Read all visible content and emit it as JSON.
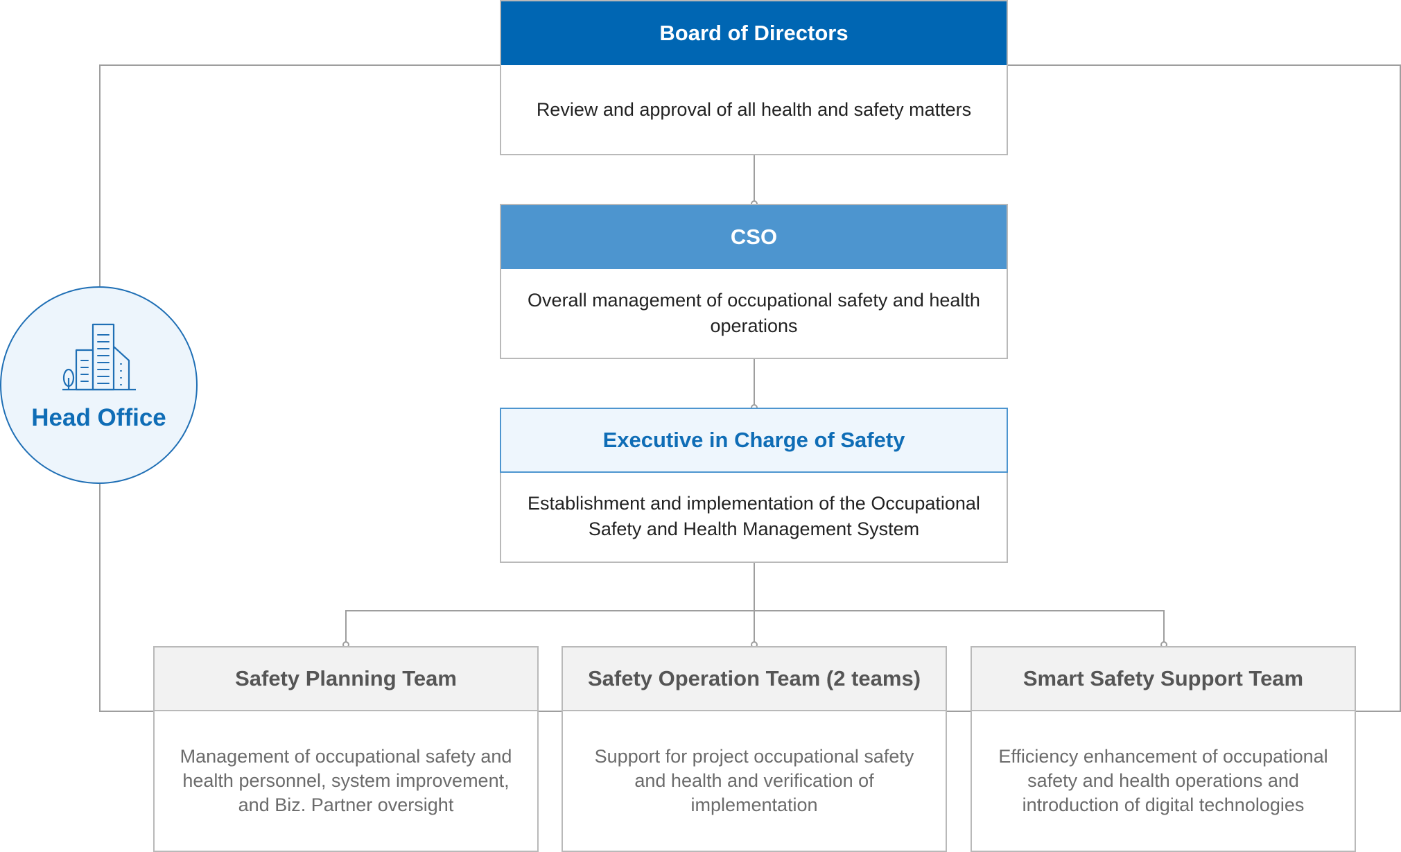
{
  "head_office": {
    "label": "Head Office",
    "icon": "building-icon"
  },
  "board": {
    "title": "Board of Directors",
    "description": "Review and approval of all health and safety matters"
  },
  "cso": {
    "title": "CSO",
    "description": "Overall management of occupational safety and health operations"
  },
  "executive": {
    "title": "Executive in Charge of Safety",
    "description": "Establishment and implementation of the Occupational Safety and Health Management System"
  },
  "teams": [
    {
      "title": "Safety Planning Team",
      "description": "Management of occupational safety and health personnel, system improvement, and Biz. Partner oversight"
    },
    {
      "title": "Safety Operation Team (2 teams)",
      "description": "Support for project occupational safety and health and verification of implementation"
    },
    {
      "title": "Smart Safety Support Team",
      "description": "Efficiency enhancement of occupational safety and health operations and introduction of digital technologies"
    }
  ],
  "colors": {
    "board_header": "#0066b3",
    "cso_header": "#4d95cf",
    "executive_text": "#0f6db6",
    "executive_header_bg": "#eef6fd",
    "team_header_bg": "#f2f2f2",
    "connector": "#9e9e9e"
  }
}
